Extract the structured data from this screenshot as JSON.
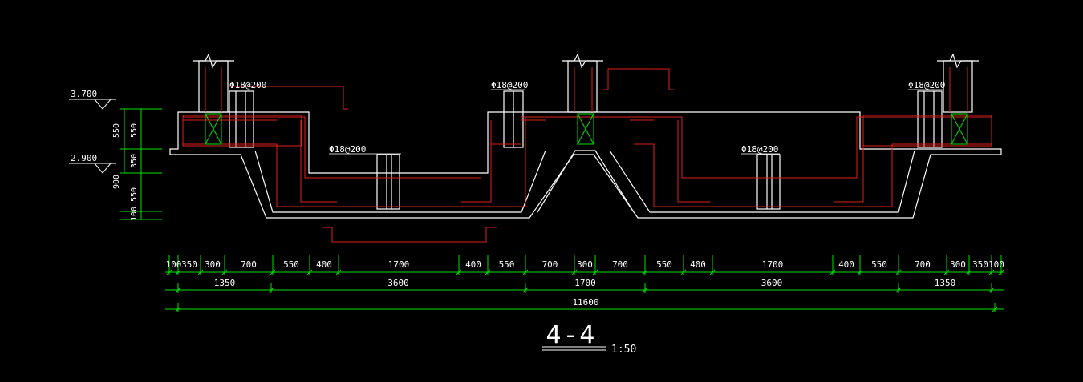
{
  "colors": {
    "background": "#000000",
    "outline": "#ffffff",
    "rebar": "#e0201c",
    "dimension": "#00e000",
    "text": "#ffffff"
  },
  "levels": {
    "top": "3.700",
    "bottom": "2.900"
  },
  "vertical_dims": [
    "550",
    "550",
    "350",
    "900",
    "550",
    "100"
  ],
  "rebar_labels": [
    "Φ18@200",
    "Φ18@200",
    "Φ18@200",
    "Φ18@200",
    "Φ18@200"
  ],
  "dims_row1": [
    "100",
    "350",
    "300",
    "700",
    "550",
    "400",
    "1700",
    "400",
    "550",
    "700",
    "300",
    "700",
    "550",
    "400",
    "1700",
    "400",
    "550",
    "700",
    "300",
    "350",
    "100"
  ],
  "dims_row2": [
    "1350",
    "3600",
    "1700",
    "3600",
    "1350"
  ],
  "dims_total": "11600",
  "section": {
    "label": "4-4",
    "scale": "1:50"
  }
}
